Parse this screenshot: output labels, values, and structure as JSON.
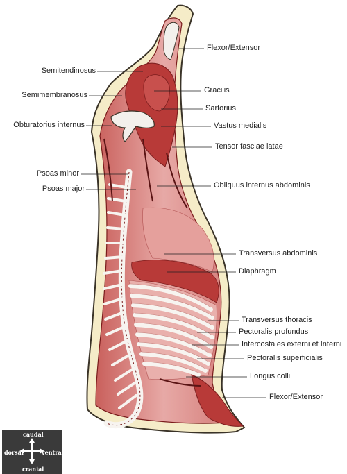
{
  "colors": {
    "fat": "#f5ecc8",
    "fat_outline": "#3a3328",
    "muscle_light": "#e7a9a6",
    "muscle_mid": "#d98c88",
    "muscle_dark": "#b83a38",
    "muscle_deep": "#7a1c1c",
    "bone": "#f3f0ec",
    "label_text": "#222222",
    "orientation_bg": "#3a3a3a"
  },
  "labels_left": [
    {
      "id": "semitendinosus",
      "text": "Semitendinosus"
    },
    {
      "id": "semimembranosus",
      "text": "Semimembranosus"
    },
    {
      "id": "obturatorius-internus",
      "text": "Obturatorius internus"
    },
    {
      "id": "psoas-minor",
      "text": "Psoas minor"
    },
    {
      "id": "psoas-major",
      "text": "Psoas major"
    }
  ],
  "labels_right": [
    {
      "id": "flexor-extensor-top",
      "text": "Flexor/Extensor"
    },
    {
      "id": "gracilis",
      "text": "Gracilis"
    },
    {
      "id": "sartorius",
      "text": "Sartorius"
    },
    {
      "id": "vastus-medialis",
      "text": "Vastus medialis"
    },
    {
      "id": "tensor-fasciae-latae",
      "text": "Tensor fasciae latae"
    },
    {
      "id": "obliquus-internus-abdominis",
      "text": "Obliquus internus abdominis"
    },
    {
      "id": "transversus-abdominis",
      "text": "Transversus abdominis"
    },
    {
      "id": "diaphragm",
      "text": "Diaphragm"
    },
    {
      "id": "transversus-thoracis",
      "text": "Transversus thoracis"
    },
    {
      "id": "pectoralis-profundus",
      "text": "Pectoralis profundus"
    },
    {
      "id": "intercostales",
      "text": "Intercostales externi et Interni"
    },
    {
      "id": "pectoralis-superficialis",
      "text": "Pectoralis superficialis"
    },
    {
      "id": "longus-colli",
      "text": "Longus colli"
    },
    {
      "id": "flexor-extensor-bottom",
      "text": "Flexor/Extensor"
    }
  ],
  "orientation": {
    "top": "caudal",
    "left": "dorsal",
    "right": "ventral",
    "bottom": "cranial",
    "icon": "four-way-arrow-icon"
  }
}
